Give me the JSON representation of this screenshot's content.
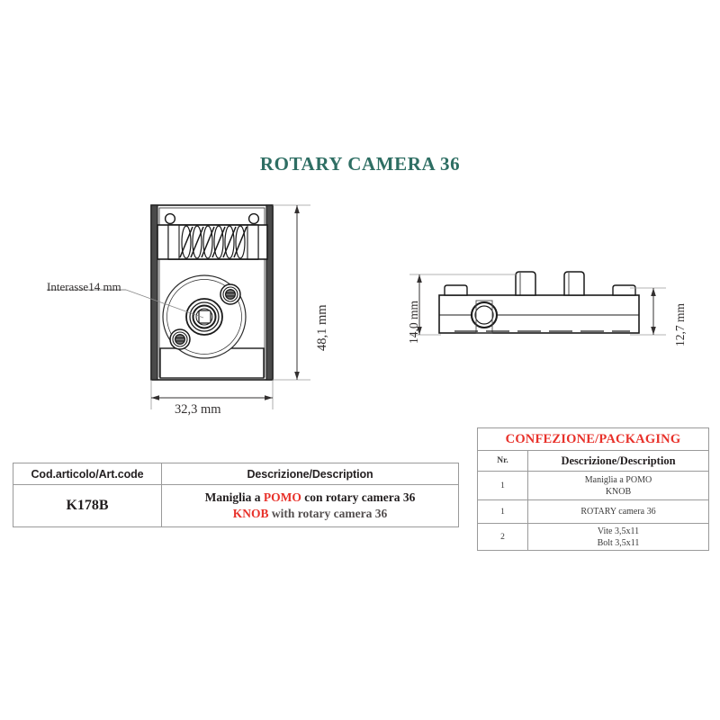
{
  "page": {
    "title": "ROTARY CAMERA 36",
    "title_color": "#2e6e63",
    "background": "#ffffff"
  },
  "drawing": {
    "front_view": {
      "name": "front-view",
      "dimensions": {
        "height_label": "48,1 mm",
        "width_label": "32,3 mm",
        "leader_label": "Interasse14 mm"
      }
    },
    "side_view": {
      "name": "side-view",
      "dimensions": {
        "left_label": "14,0 mm",
        "right_label": "12,7 mm"
      }
    }
  },
  "article_table": {
    "headers": [
      "Cod.articolo/Art.code",
      "Descrizione/Description"
    ],
    "row": {
      "code": "K178B",
      "description_it_pre": "Maniglia a ",
      "description_it_red": "POMO",
      "description_it_post": " con rotary camera 36",
      "description_en_red": "KNOB",
      "description_en_post": " with rotary camera 36"
    }
  },
  "packaging_table": {
    "title": "CONFEZIONE/PACKAGING",
    "title_color": "#e8312a",
    "headers": [
      "Nr.",
      "Descrizione/Description"
    ],
    "rows": [
      {
        "nr": "1",
        "desc_it": "Maniglia a POMO",
        "desc_en": "KNOB"
      },
      {
        "nr": "1",
        "desc_it": "ROTARY camera 36",
        "desc_en": ""
      },
      {
        "nr": "2",
        "desc_it": "Vite 3,5x11",
        "desc_en": "Bolt 3,5x11"
      }
    ]
  }
}
